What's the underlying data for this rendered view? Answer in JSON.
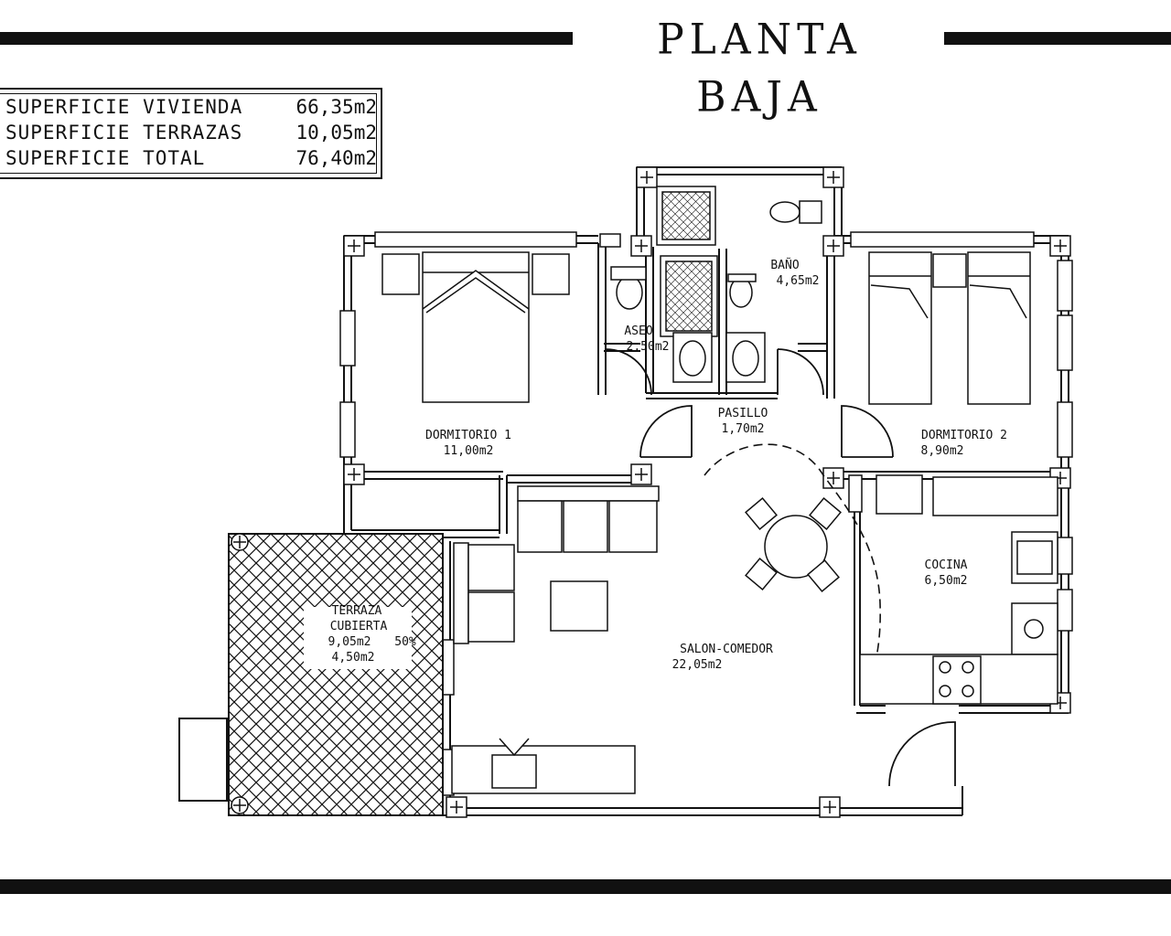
{
  "header": {
    "title": "PLANTA BAJA"
  },
  "areas": [
    {
      "label": "SUPERFICIE  VIVIENDA",
      "value": "66,35m2"
    },
    {
      "label": "SUPERFICIE  TERRAZAS",
      "value": "10,05m2"
    },
    {
      "label": "SUPERFICIE  TOTAL",
      "value": "76,40m2"
    }
  ],
  "rooms": {
    "dormitorio1": {
      "name": "DORMITORIO 1",
      "area": "11,00m2"
    },
    "aseo": {
      "name": "ASEO",
      "area": "2,50m2"
    },
    "bano": {
      "name": "BAÑO",
      "area": "4,65m2"
    },
    "pasillo": {
      "name": "PASILLO",
      "area": "1,70m2"
    },
    "dormitorio2": {
      "name": "DORMITORIO 2",
      "area": "8,90m2"
    },
    "cocina": {
      "name": "COCINA",
      "area": "6,50m2"
    },
    "salon": {
      "name": "SALON-COMEDOR",
      "area": "22,05m2"
    },
    "terraza": {
      "name1": "TERRAZA",
      "name2": "CUBIERTA",
      "area": "9,05m2",
      "pct": "50%",
      "area_half": "4,50m2"
    }
  }
}
